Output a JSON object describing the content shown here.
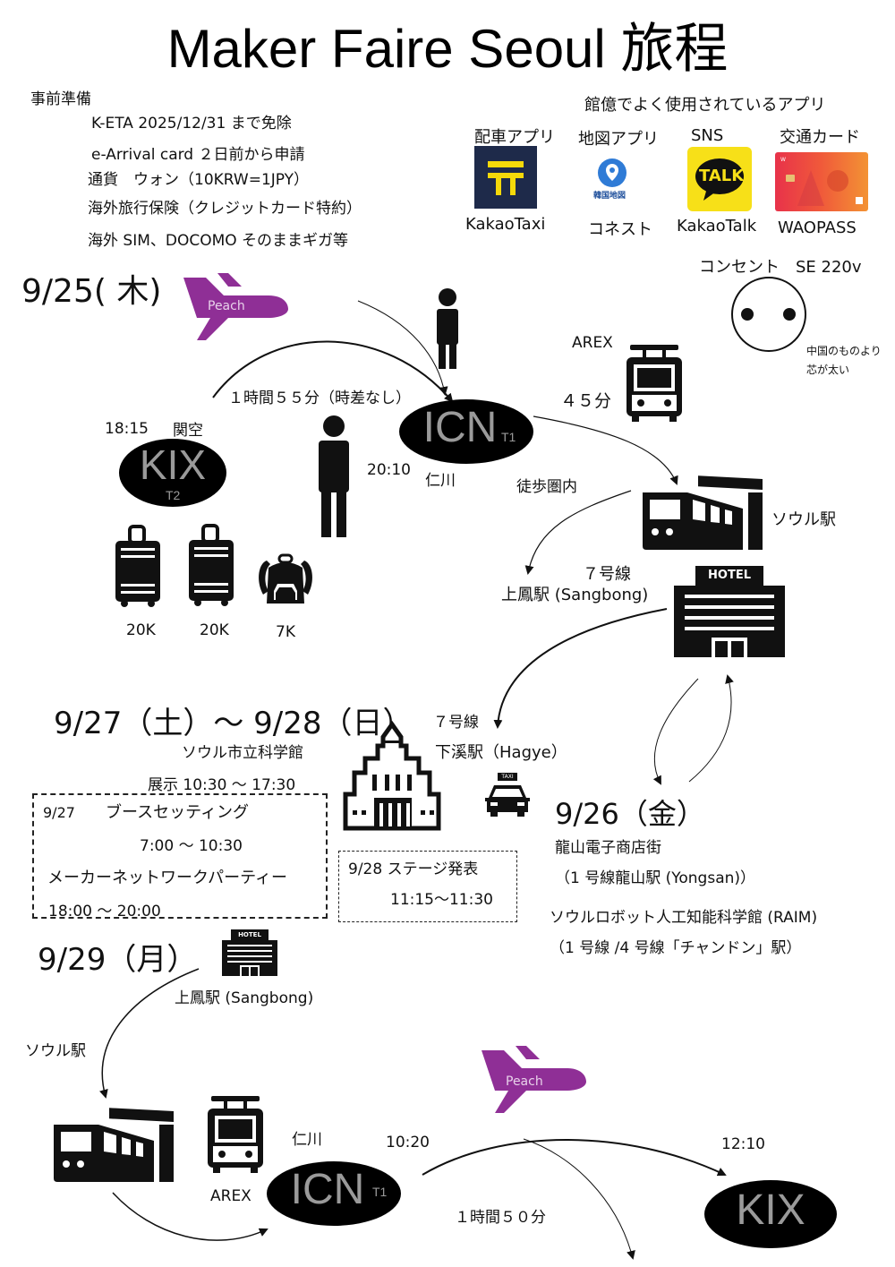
{
  "title": "Maker Faire Seoul 旅程",
  "prep": {
    "heading": "事前準備",
    "items": [
      "K-ETA 2025/12/31 まで免除",
      "e-Arrival card ２日前から申請",
      "通貨　ウォン（10KRW=1JPY）",
      "海外旅行保険（クレジットカード特約）",
      "海外 SIM、DOCOMO そのままギガ等"
    ]
  },
  "apps": {
    "heading": "館億でよく使用されているアプリ",
    "items": [
      {
        "category": "配車アプリ",
        "name": "KakaoTaxi",
        "icon": "kakao-taxi-icon",
        "color": "#1e2a4a",
        "accent": "#f5d90a"
      },
      {
        "category": "地図アプリ",
        "name": "コネスト",
        "icon": "korea-map-icon",
        "icon_label": "韓国地図",
        "color": "#2f7bd6"
      },
      {
        "category": "SNS",
        "name": "KakaoTalk",
        "icon": "kakao-talk-icon",
        "icon_label": "TALK",
        "color": "#f7e018"
      },
      {
        "category": "交通カード",
        "name": "WAOPASS",
        "icon": "waopass-card-icon",
        "color": "#f06a3a"
      }
    ]
  },
  "outlet": {
    "label": "コンセント　SE 220v",
    "note_line1": "中国のものより",
    "note_line2": "芯が太い"
  },
  "day1": {
    "date": "9/25( 木)",
    "airline": "Peach",
    "airline_color": "#8f2f96",
    "flight_duration": "１時間５５分（時差なし）",
    "depart_time": "18:15",
    "depart_airport_ja": "関空",
    "depart_code": "KIX",
    "depart_terminal": "T2",
    "arrive_time": "20:10",
    "arrive_airport_ja": "仁川",
    "arrive_code": "ICN",
    "arrive_terminal": "T1",
    "train_label": "AREX",
    "train_duration": "４５分",
    "station": "ソウル駅",
    "walk_label": "徒歩圏内",
    "line_label": "７号線",
    "hotel_station": "上鳳駅 (Sangbong)",
    "hotel_sign": "HOTEL",
    "luggage": [
      {
        "type": "suitcase",
        "weight": "20K"
      },
      {
        "type": "suitcase",
        "weight": "20K"
      },
      {
        "type": "backpack",
        "weight": "7K"
      }
    ]
  },
  "day2": {
    "date": "9/26（金）",
    "lines": [
      "龍山電子商店街",
      "（1 号線龍山駅 (Yongsan)）",
      "ソウルロボット人工知能科学館 (RAIM)",
      "（1 号線 /4 号線「チャンドン」駅）"
    ]
  },
  "day3": {
    "date": "9/27（土）～ 9/28（日）",
    "line_label": "７号線",
    "station": "下溪駅（Hagye）",
    "venue": "ソウル市立科学館",
    "exhibit": "展示 10:30 ～ 17:30",
    "taxi_sign": "TAXI",
    "box1": {
      "date": "9/27",
      "event1": "ブースセッティング",
      "time1": "7:00 ～ 10:30",
      "event2": "メーカーネットワークパーティー",
      "time2": "18:00 ～ 20:00"
    },
    "box2": {
      "event": "9/28 ステージ発表",
      "time": "11:15～11:30"
    }
  },
  "day4": {
    "date": "9/29（月）",
    "hotel_sign": "HOTEL",
    "hotel_station": "上鳳駅 (Sangbong)",
    "station": "ソウル駅",
    "train_label": "AREX",
    "depart_airport_ja": "仁川",
    "depart_time": "10:20",
    "depart_code": "ICN",
    "depart_terminal": "T1",
    "airline": "Peach",
    "flight_duration": "１時間５０分",
    "arrive_time": "12:10",
    "arrive_code": "KIX"
  }
}
